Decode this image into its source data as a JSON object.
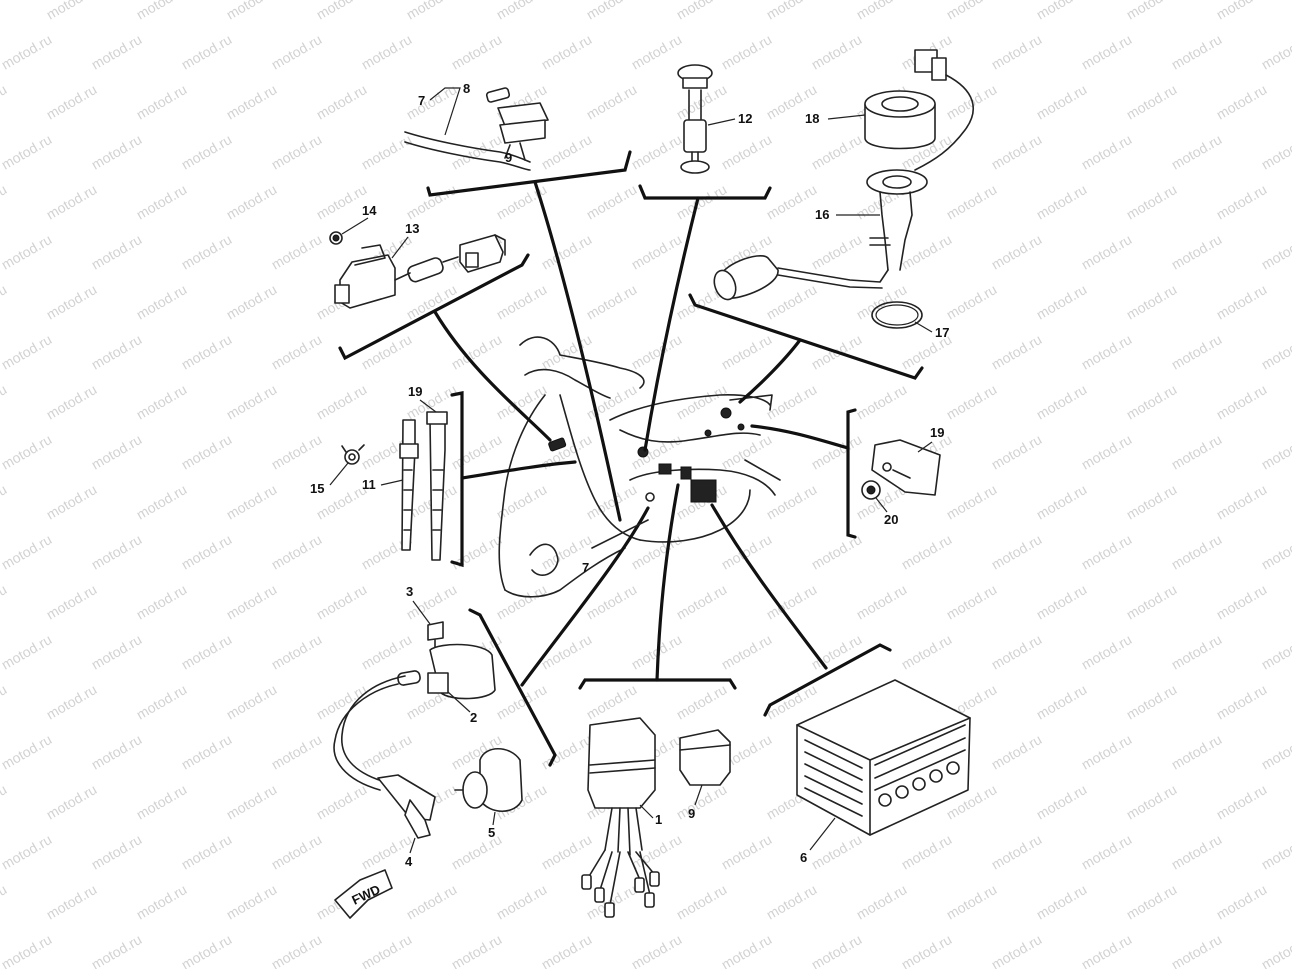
{
  "watermark": "motod.ru",
  "labels": {
    "p1": "1",
    "p2": "2",
    "p3": "3",
    "p4": "4",
    "p5": "5",
    "p6": "6",
    "p7a": "7",
    "p7b": "7",
    "p8": "8",
    "p9a": "9",
    "p9b": "9",
    "p11": "11",
    "p12": "12",
    "p13": "13",
    "p14": "14",
    "p15": "15",
    "p16": "16",
    "p17": "17",
    "p18": "18",
    "p19a": "19",
    "p19b": "19",
    "p20": "20"
  },
  "fwd_mark": "FWD"
}
